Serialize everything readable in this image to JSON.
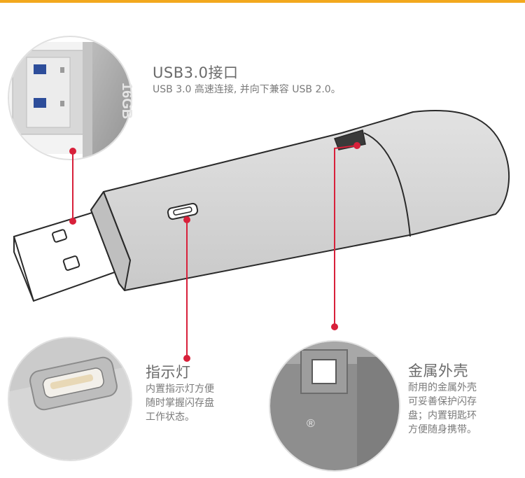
{
  "colors": {
    "top_bar": "#f2a81d",
    "accent": "#d8203a",
    "body_metal": "#d5d5d5",
    "edge": "#2a2a2a",
    "text": "#7a7a7a"
  },
  "callouts": {
    "usb": {
      "title": "USB3.0接口",
      "description": "USB 3.0 高速连接, 并向下兼容 USB 2.0。"
    },
    "indicator": {
      "title": "指示灯",
      "lines": [
        "内置指示灯方便",
        "随时掌握闪存盘",
        "工作状态。"
      ]
    },
    "casing": {
      "title": "金属外壳",
      "lines": [
        "耐用的金属外壳",
        "可妥善保护闪存",
        "盘；内置钥匙环",
        "方便随身携带。"
      ]
    }
  },
  "closeups": {
    "connector": {
      "capacity_label": "16GB"
    },
    "casing": {
      "trademark": "®"
    }
  }
}
